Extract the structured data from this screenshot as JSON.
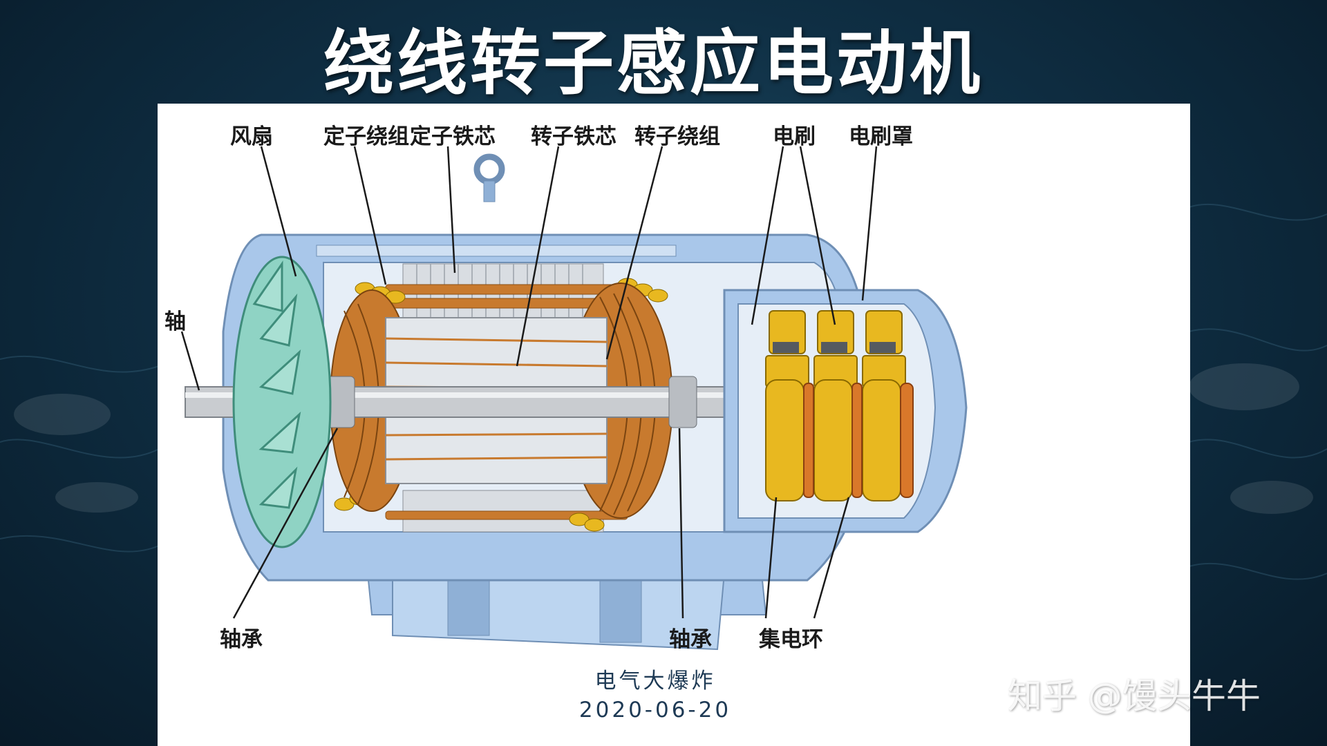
{
  "title": "绕线转子感应电动机",
  "labels": {
    "fan": "风扇",
    "stator_winding": "定子绕组",
    "stator_core": "定子铁芯",
    "rotor_core": "转子铁芯",
    "rotor_winding": "转子绕组",
    "brush": "电刷",
    "brush_cover": "电刷罩",
    "shaft": "轴",
    "bearing_left": "轴承",
    "bearing_right": "轴承",
    "slip_rings": "集电环"
  },
  "caption": {
    "line1": "电气大爆炸",
    "line2": "2020-06-20"
  },
  "watermark": "知乎 @馒头牛牛",
  "colors": {
    "frame": "#a9c7ea",
    "frame_dark": "#7fa2c8",
    "copper": "#c87a2e",
    "gold": "#e8b820",
    "fan": "#8fd3c4",
    "core": "#d9dde2",
    "slip_ring": "#d9782a"
  }
}
